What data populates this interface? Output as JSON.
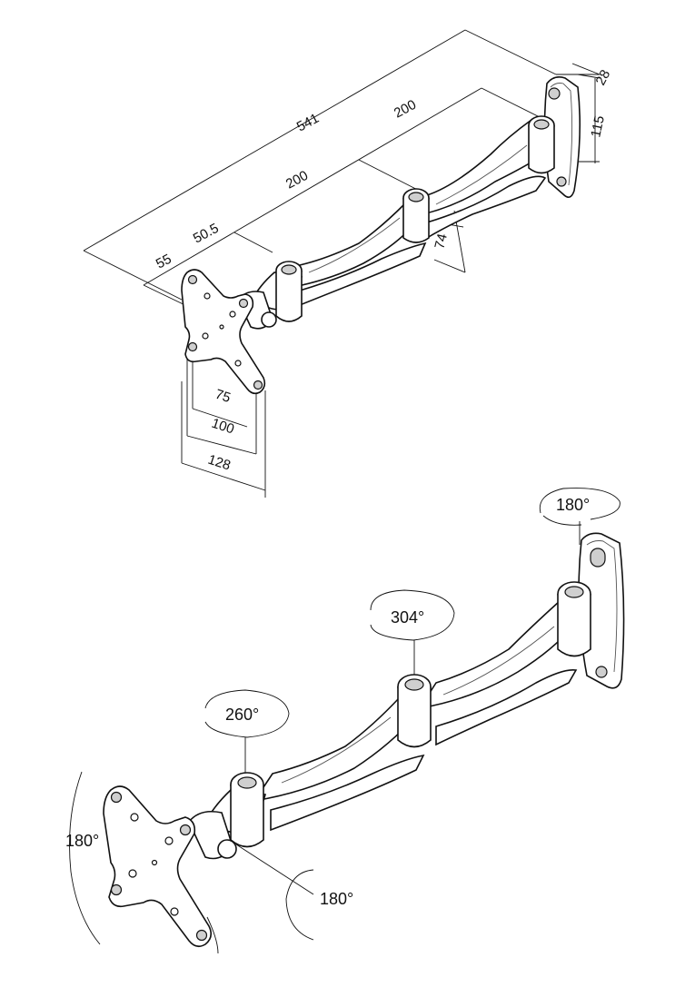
{
  "dimensions": {
    "total_length": "541",
    "arm_segment_outer": "200",
    "arm_segment_inner": "200",
    "head_offset": "50.5",
    "plate_offset": "55",
    "arm_height": "74",
    "wall_plate_depth": "28",
    "wall_plate_height": "115",
    "vesa_small": "75",
    "vesa_large": "100",
    "plate_width": "128"
  },
  "rotations": {
    "wall_pivot": "180°",
    "middle_pivot": "304°",
    "head_pivot": "260°",
    "plate_rotation": "180°",
    "tilt": "180°"
  }
}
